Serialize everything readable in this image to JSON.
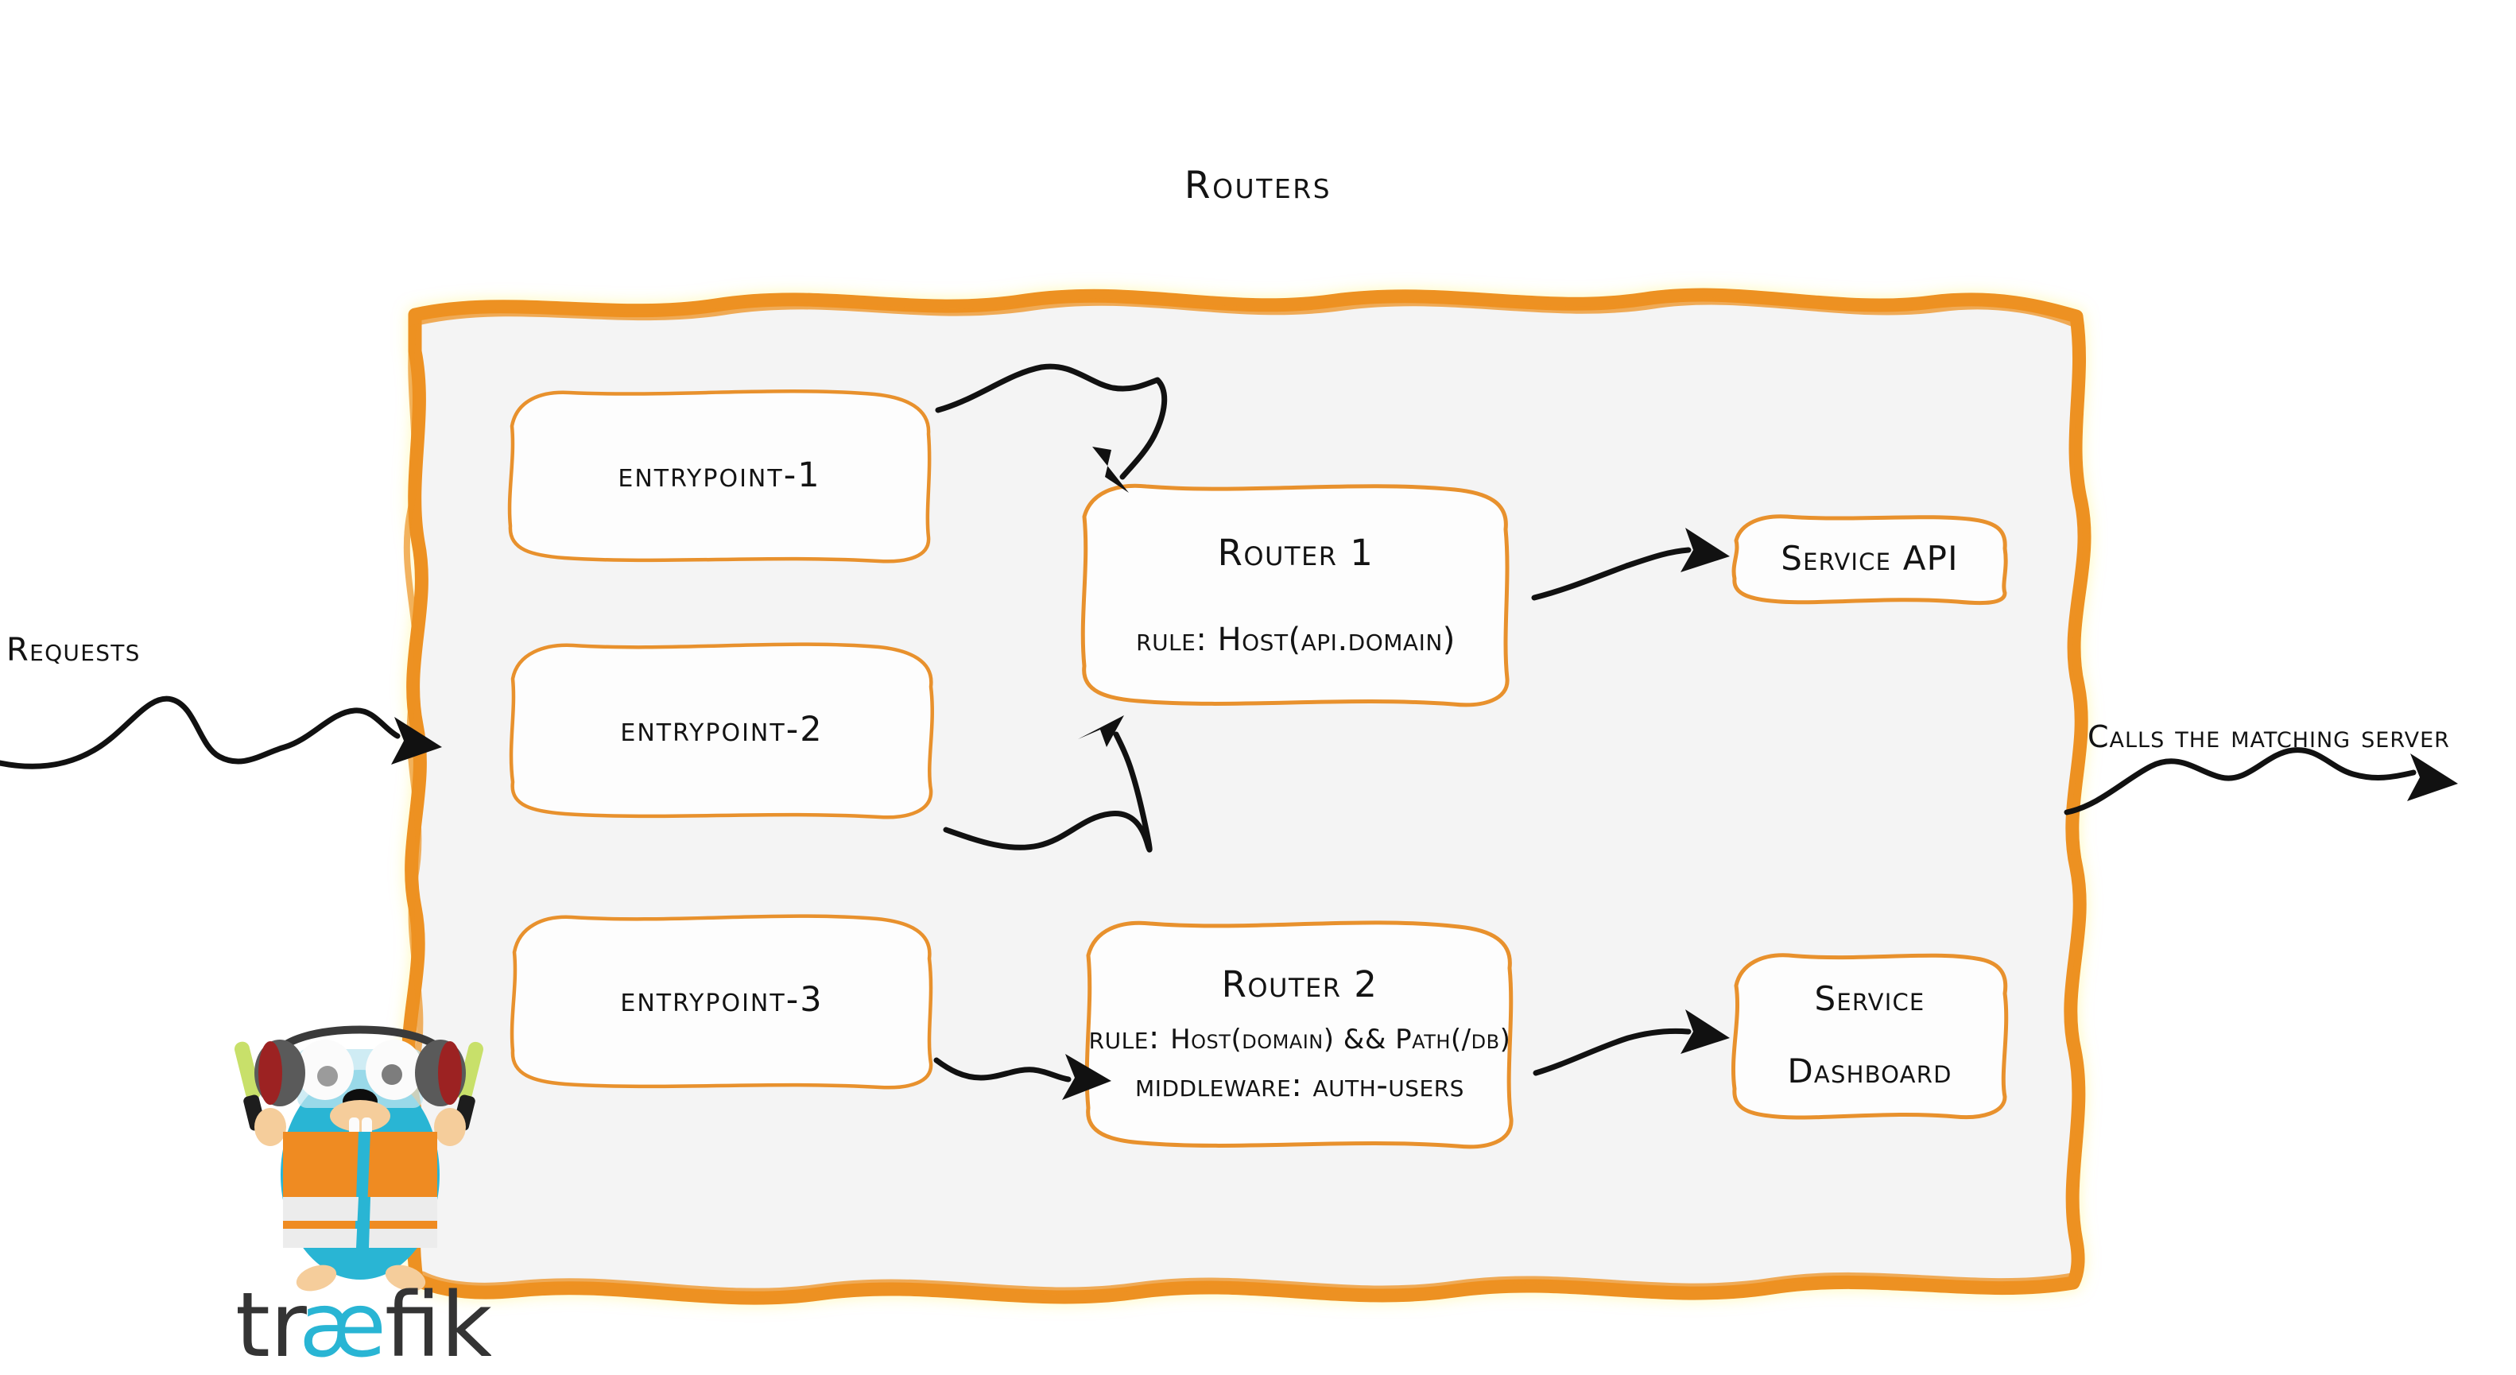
{
  "title": "Routers",
  "colors": {
    "accent_orange": "#ed9121",
    "container_fill": "#f4f4f4",
    "box_border": "#e8912d",
    "box_fill": "#fdfdfd",
    "ink": "#131313",
    "gopher_blue": "#29b5d4",
    "gopher_vest_orange": "#ef8b22",
    "wordmark_dark": "#343434"
  },
  "flow": {
    "requests_label": "Requests",
    "calls_label": "Calls the matching server"
  },
  "entrypoints": [
    {
      "label": "entrypoint-1"
    },
    {
      "label": "entrypoint-2"
    },
    {
      "label": "entrypoint-3"
    }
  ],
  "routers": [
    {
      "name": "Router 1",
      "rule_prefix": "rule: ",
      "rule_value": "Host(api.domain)"
    },
    {
      "name": "Router 2",
      "rule_prefix": "rule: ",
      "rule_value": "Host(domain) && Path(/db)",
      "middleware_prefix": "middleware: ",
      "middleware_value": "auth-users"
    }
  ],
  "services": [
    {
      "lines": [
        "Service API"
      ]
    },
    {
      "lines": [
        "Service",
        "Dashboard"
      ]
    }
  ],
  "logo": {
    "wordmark_left": "tr",
    "wordmark_ae": "æ",
    "wordmark_right": "fik"
  }
}
